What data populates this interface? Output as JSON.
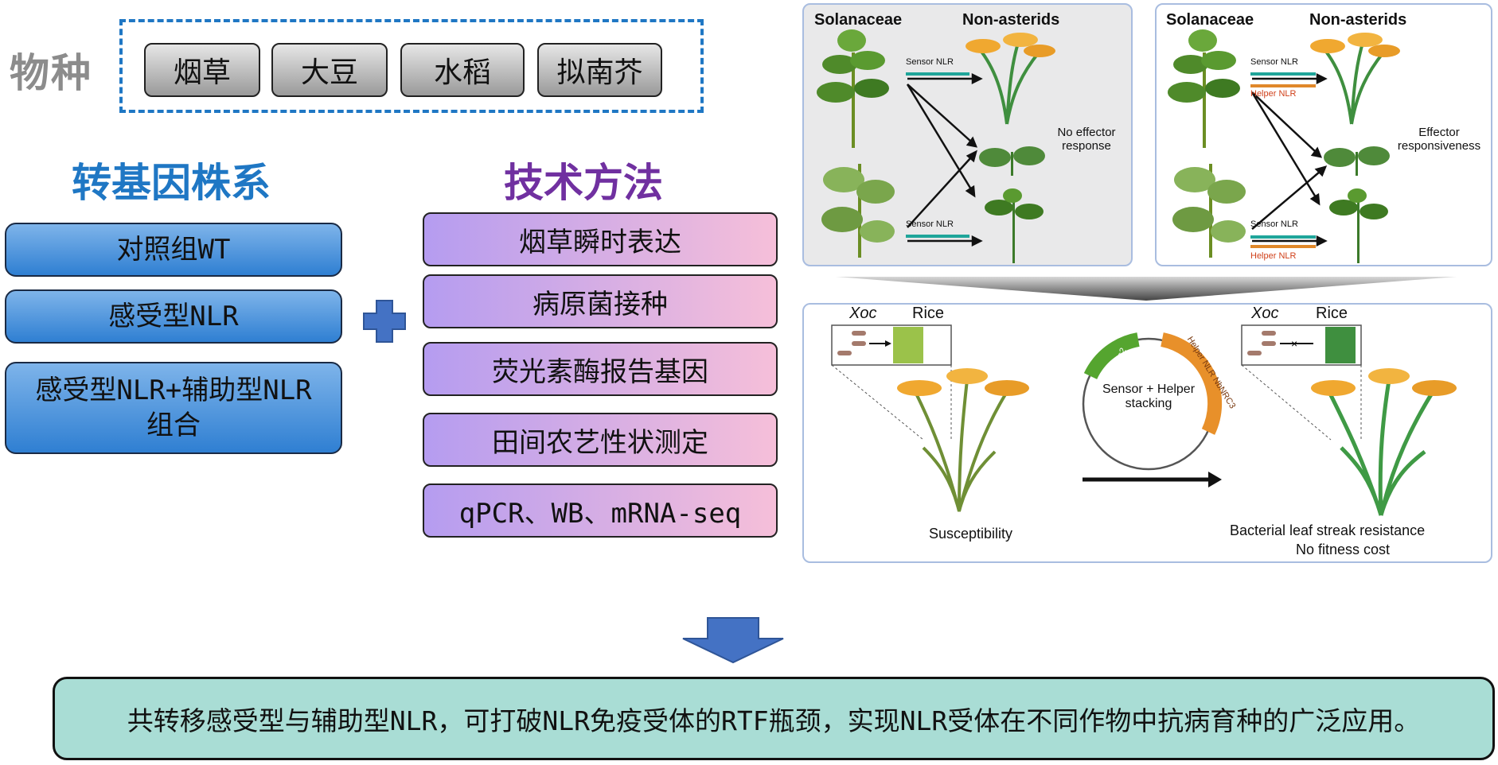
{
  "species": {
    "label": "物种",
    "items": [
      "烟草",
      "大豆",
      "水稻",
      "拟南芥"
    ]
  },
  "transgenic": {
    "heading": "转基因株系",
    "items": [
      "对照组WT",
      "感受型NLR",
      "感受型NLR+辅助型NLR",
      "组合"
    ]
  },
  "methods": {
    "heading": "技术方法",
    "items": [
      "烟草瞬时表达",
      "病原菌接种",
      "荧光素酶报告基因",
      "田间农艺性状测定",
      "qPCR、WB、mRNA-seq"
    ]
  },
  "panel_a": {
    "solanaceae": "Solanaceae",
    "non_asterids": "Non-asterids",
    "sensor_top": "Sensor NLR",
    "sensor_bottom": "Sensor NLR",
    "response": "No effector\nresponse"
  },
  "panel_b": {
    "solanaceae": "Solanaceae",
    "non_asterids": "Non-asterids",
    "sensor_top": "Sensor NLR",
    "helper_top": "Helper NLR",
    "sensor_bottom": "Sensor NLR",
    "helper_bottom": "Helper NLR",
    "response": "Effector\nresponsiveness"
  },
  "panel_c": {
    "xoc_left": "Xoc",
    "rice_left": "Rice",
    "susceptibility": "Susceptibility",
    "plasmid_sensor": "Sensor NLR Bs2",
    "plasmid_helper": "Helper NLR NbNRC3",
    "stacking": "Sensor + Helper\nstacking",
    "xoc_right": "Xoc",
    "rice_right": "Rice",
    "resistance": "Bacterial leaf streak resistance",
    "fitness": "No fitness cost"
  },
  "conclusion": "共转移感受型与辅助型NLR，可打破NLR免疫受体的RTF瓶颈，实现NLR受体在不同作物中抗病育种的广泛应用。",
  "colors": {
    "blue": "#1f77c4",
    "purple": "#7030a0",
    "gray_text": "#8c8c8c",
    "teal": "#a9ddd5"
  }
}
